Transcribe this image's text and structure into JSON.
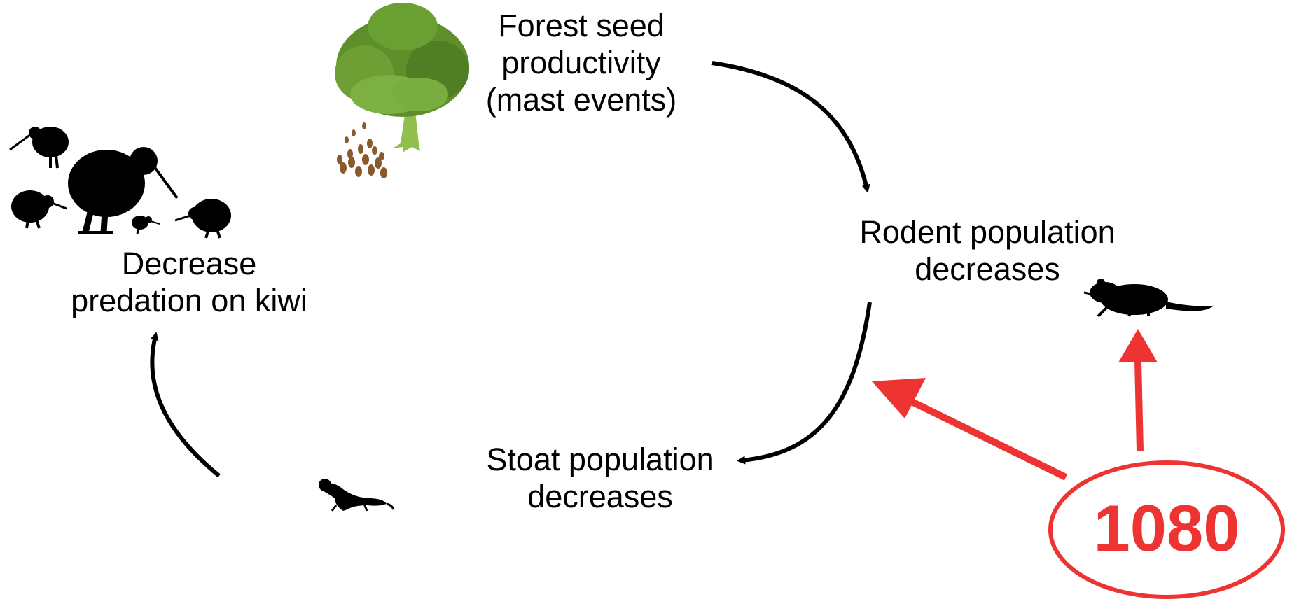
{
  "nodes": {
    "forest": [
      "Forest seed",
      "productivity",
      "(mast events)"
    ],
    "rodent": [
      "Rodent population",
      "decreases"
    ],
    "stoat": [
      "Stoat population",
      "decreases"
    ],
    "kiwi": [
      "Decrease",
      "predation on kiwi"
    ]
  },
  "toxin_label": "1080",
  "colors": {
    "arrow": "#000000",
    "toxin": "#ee3333",
    "tree_foliage": "#5f8f2a",
    "tree_trunk": "#7fae3c",
    "seeds": "#8b5a2b",
    "silhouette": "#000000"
  },
  "icons": [
    "tree-icon",
    "seeds-icon",
    "kiwi-family-icon",
    "rat-icon",
    "stoat-icon"
  ]
}
